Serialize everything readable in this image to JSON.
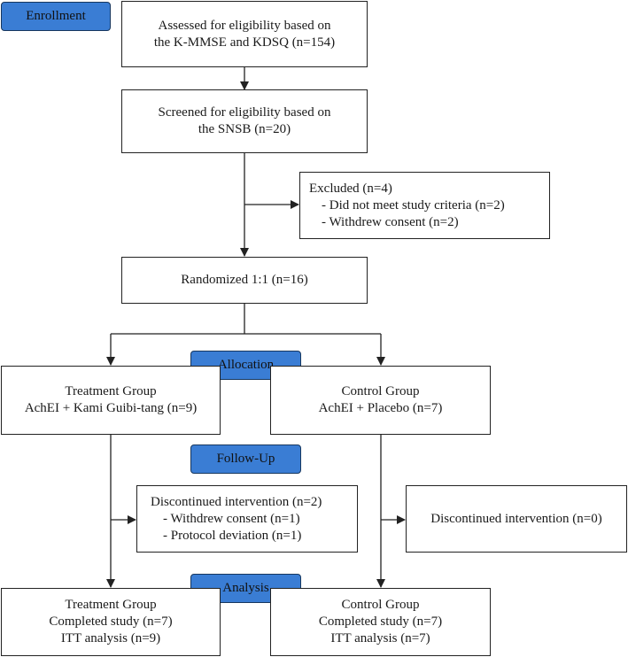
{
  "labels": {
    "enrollment": "Enrollment",
    "allocation": "Allocation",
    "followup": "Follow-Up",
    "analysis": "Analysis"
  },
  "boxes": {
    "assessed": [
      "Assessed for eligibility based on",
      "the K-MMSE and KDSQ (n=154)"
    ],
    "screened": [
      "Screened for eligibility based on",
      "the SNSB (n=20)"
    ],
    "excluded": {
      "title": "Excluded (n=4)",
      "items": [
        "- Did not meet study criteria (n=2)",
        "- Withdrew consent (n=2)"
      ]
    },
    "randomized": "Randomized 1:1 (n=16)",
    "treatment_alloc": [
      "Treatment Group",
      "AchEI + Kami Guibi-tang (n=9)"
    ],
    "control_alloc": [
      "Control Group",
      "AchEI + Placebo (n=7)"
    ],
    "treatment_disc": {
      "title": "Discontinued intervention (n=2)",
      "items": [
        "- Withdrew consent (n=1)",
        "- Protocol deviation (n=1)"
      ]
    },
    "control_disc": "Discontinued intervention (n=0)",
    "treatment_analysis": [
      "Treatment Group",
      "Completed study (n=7)",
      "ITT analysis (n=9)"
    ],
    "control_analysis": [
      "Control Group",
      "Completed study (n=7)",
      "ITT analysis (n=7)"
    ]
  },
  "colors": {
    "tag_fill": "#3a7dd4",
    "tag_border": "#17375e",
    "line": "#222222"
  }
}
